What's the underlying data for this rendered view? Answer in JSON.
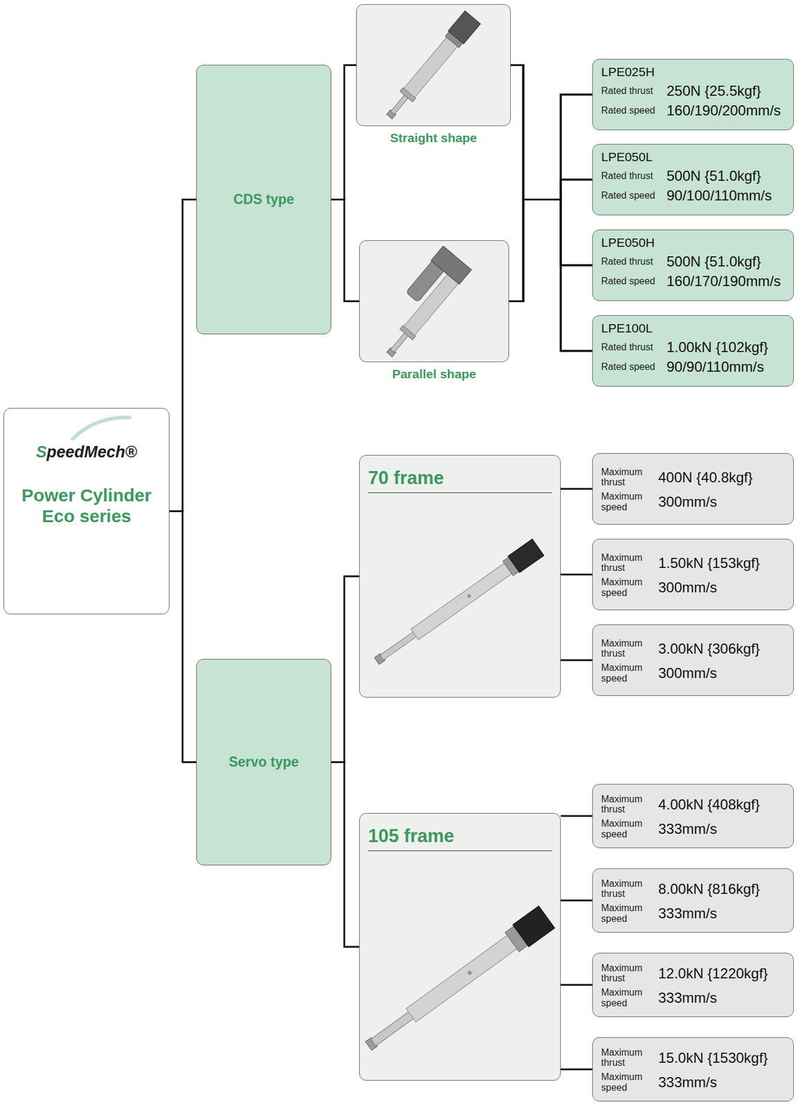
{
  "diagram": {
    "nodes": [
      {
        "text": [
          "SpeedMech®",
          "Power Cylinder Eco series"
        ]
      },
      {
        "text": [
          "CDS type"
        ]
      },
      {
        "text": [
          "Straight shape"
        ]
      },
      {
        "text": [
          "Parallel shape"
        ]
      },
      {
        "text": [
          "LPE025H",
          "Rated thrust",
          "250N {25.5kgf}",
          "Rated speed",
          "160/190/200mm/s"
        ]
      },
      {
        "text": [
          "LPE050L",
          "Rated thrust",
          "500N {51.0kgf}",
          "Rated speed",
          "90/100/110mm/s"
        ]
      },
      {
        "text": [
          "LPE050H",
          "Rated thrust",
          "500N {51.0kgf}",
          "Rated speed",
          "160/170/190mm/s"
        ]
      },
      {
        "text": [
          "LPE100L",
          "Rated thrust",
          "1.00kN {102kgf}",
          "Rated speed",
          "90/90/110mm/s"
        ]
      },
      {
        "text": [
          "Servo type"
        ]
      },
      {
        "text": [
          "70 frame"
        ]
      },
      {
        "text": [
          "Maximum thrust",
          "400N {40.8kgf}",
          "Maximum speed",
          "300mm/s"
        ]
      },
      {
        "text": [
          "Maximum thrust",
          "1.50kN {153kgf}",
          "Maximum speed",
          "300mm/s"
        ]
      },
      {
        "text": [
          "Maximum thrust",
          "3.00kN {306kgf}",
          "Maximum speed",
          "300mm/s"
        ]
      },
      {
        "text": [
          "105 frame"
        ]
      },
      {
        "text": [
          "Maximum thrust",
          "4.00kN {408kgf}",
          "Maximum speed",
          "333mm/s"
        ]
      },
      {
        "text": [
          "Maximum thrust",
          "8.00kN {816kgf}",
          "Maximum speed",
          "333mm/s"
        ]
      },
      {
        "text": [
          "Maximum thrust",
          "12.0kN {1220kgf}",
          "Maximum speed",
          "333mm/s"
        ]
      },
      {
        "text": [
          "Maximum thrust",
          "15.0kN {1530kgf}",
          "Maximum speed",
          "333mm/s"
        ]
      }
    ],
    "edges": [
      {
        "from": 0,
        "to": 1,
        "arrow": "none"
      },
      {
        "from": 0,
        "to": 8,
        "arrow": "none"
      },
      {
        "from": 1,
        "to": 2,
        "arrow": "none"
      },
      {
        "from": 1,
        "to": 3,
        "arrow": "none"
      },
      {
        "from": 2,
        "to": 4,
        "arrow": "none"
      },
      {
        "from": 2,
        "to": 5,
        "arrow": "none"
      },
      {
        "from": 2,
        "to": 6,
        "arrow": "none"
      },
      {
        "from": 2,
        "to": 7,
        "arrow": "none"
      },
      {
        "from": 3,
        "to": 4,
        "arrow": "none"
      },
      {
        "from": 3,
        "to": 5,
        "arrow": "none"
      },
      {
        "from": 3,
        "to": 6,
        "arrow": "none"
      },
      {
        "from": 3,
        "to": 7,
        "arrow": "none"
      },
      {
        "from": 8,
        "to": 9,
        "arrow": "none"
      },
      {
        "from": 8,
        "to": 13,
        "arrow": "none"
      },
      {
        "from": 9,
        "to": 10,
        "arrow": "none"
      },
      {
        "from": 9,
        "to": 11,
        "arrow": "none"
      },
      {
        "from": 9,
        "to": 12,
        "arrow": "none"
      },
      {
        "from": 13,
        "to": 14,
        "arrow": "none"
      },
      {
        "from": 13,
        "to": 15,
        "arrow": "none"
      },
      {
        "from": 13,
        "to": 16,
        "arrow": "none"
      },
      {
        "from": 13,
        "to": 17,
        "arrow": "none"
      }
    ]
  }
}
